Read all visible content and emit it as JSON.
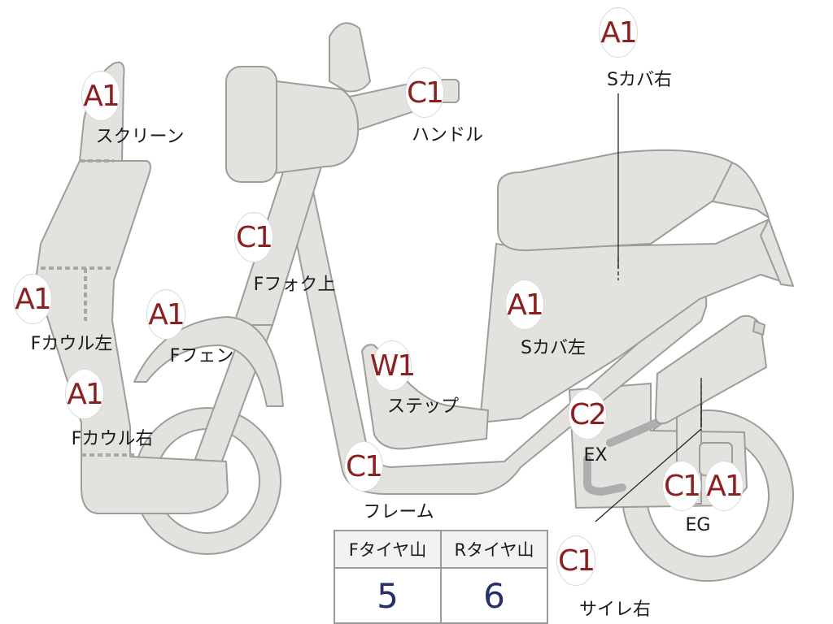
{
  "parts": [
    {
      "id": "screen",
      "grade": "A1",
      "label": "スクリーン"
    },
    {
      "id": "fcowl-l",
      "grade": "A1",
      "label": "Fカウル左"
    },
    {
      "id": "fcowl-r",
      "grade": "A1",
      "label": "Fカウル右"
    },
    {
      "id": "ffender",
      "grade": "A1",
      "label": "Fフェン"
    },
    {
      "id": "ffork",
      "grade": "C1",
      "label": "Fフォク上"
    },
    {
      "id": "handle",
      "grade": "C1",
      "label": "ハンドル"
    },
    {
      "id": "scover-r",
      "grade": "A1",
      "label": "Sカバ右"
    },
    {
      "id": "scover-l",
      "grade": "A1",
      "label": "Sカバ左"
    },
    {
      "id": "step",
      "grade": "W1",
      "label": "ステップ"
    },
    {
      "id": "frame",
      "grade": "C1",
      "label": "フレーム"
    },
    {
      "id": "ex",
      "grade": "C2",
      "label": "EX"
    },
    {
      "id": "eg",
      "grades": [
        "C1",
        "A1"
      ],
      "label": "EG"
    },
    {
      "id": "muffler-r",
      "grade": "C1",
      "label": "サイレ右"
    }
  ],
  "tire_table": {
    "headers": [
      "Fタイヤ山",
      "Rタイヤ山"
    ],
    "values": [
      "5",
      "6"
    ]
  },
  "colors": {
    "grade_text": "#8c1f1f",
    "tire_value_text": "#24306b",
    "body_fill": "#e3e2de"
  }
}
